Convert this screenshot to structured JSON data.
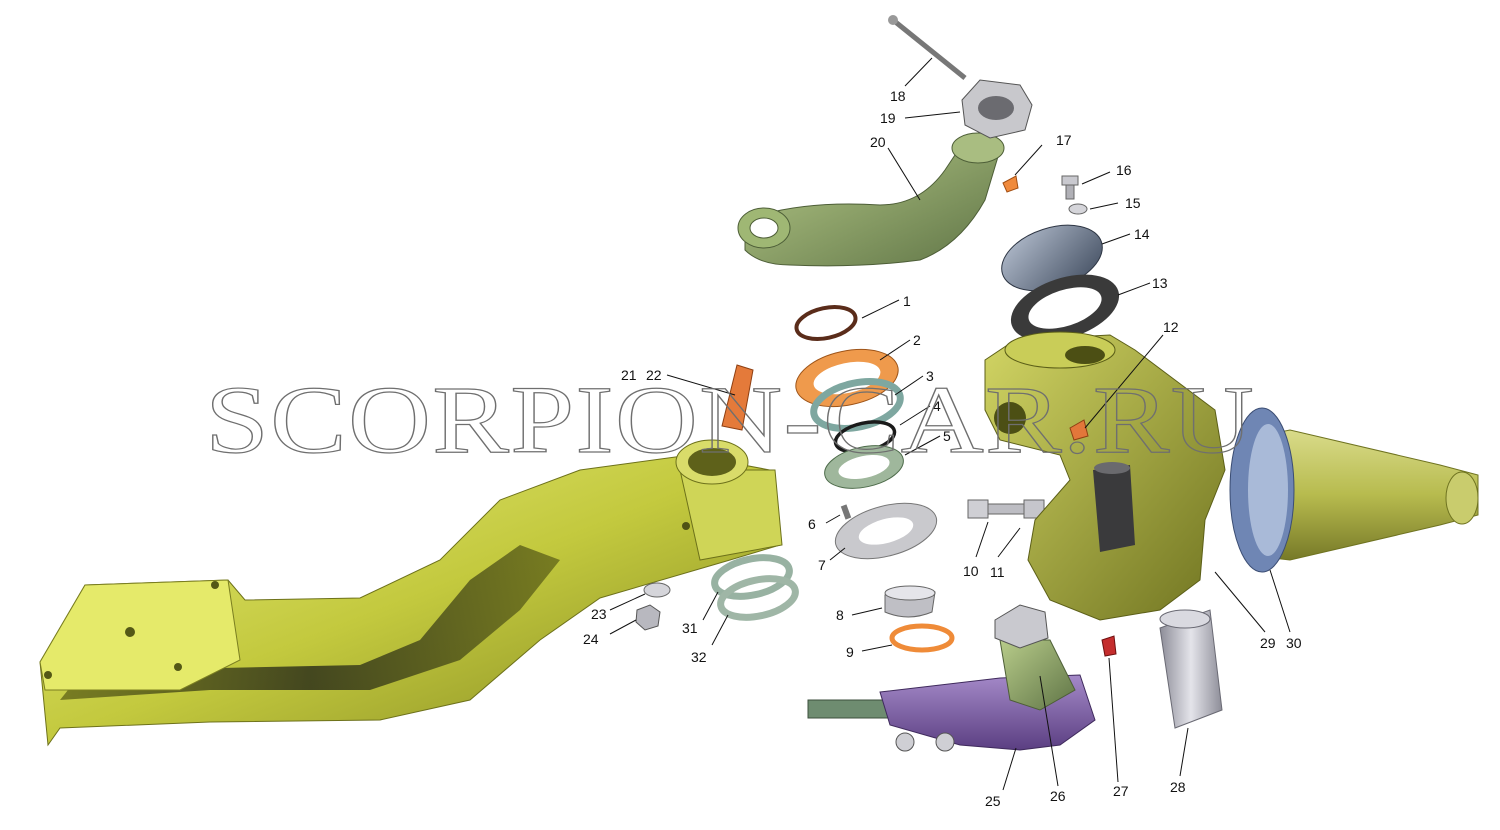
{
  "watermark": "SCORPION-CAR.RU",
  "callouts": [
    "1",
    "2",
    "3",
    "4",
    "5",
    "6",
    "7",
    "8",
    "9",
    "10",
    "11",
    "12",
    "13",
    "14",
    "15",
    "16",
    "17",
    "18",
    "19",
    "20",
    "21",
    "22",
    "23",
    "24",
    "25",
    "26",
    "27",
    "28",
    "29",
    "30",
    "31",
    "32"
  ],
  "colors": {
    "arm_yellow": "#c9cf45",
    "green_part": "#8ea466",
    "knuckle": "#a4a83c",
    "orange_ring": "#e58a3a",
    "blue_ring": "#6f86b4",
    "purple_tie_end": "#7d5fa3",
    "grey_pin": "#b9b9c3"
  }
}
